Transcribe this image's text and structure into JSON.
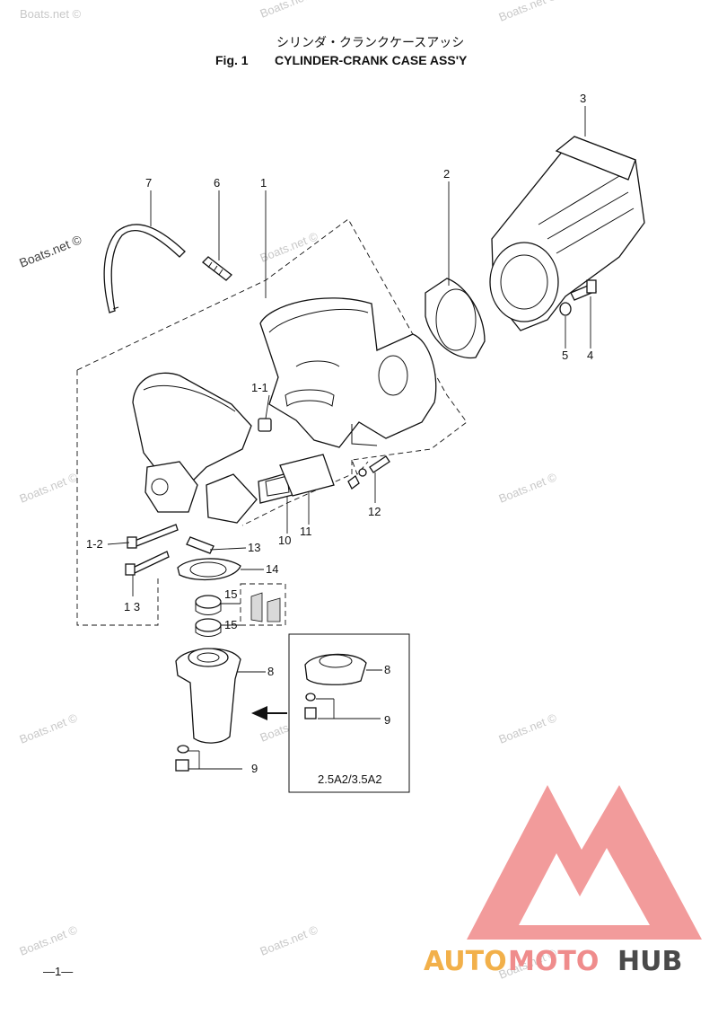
{
  "header": {
    "title_jp": "シリンダ・クランクケースアッシ",
    "fig_label": "Fig. 1",
    "title_en": "CYLINDER-CRANK CASE ASS'Y"
  },
  "callouts": {
    "p1": "1",
    "p1_1": "1-1",
    "p1_2": "1-2",
    "p13a": "1 3",
    "p2": "2",
    "p3": "3",
    "p4": "4",
    "p5": "5",
    "p6": "6",
    "p7": "7",
    "p8": "8",
    "p9": "9",
    "p10": "10",
    "p11": "11",
    "p12": "12",
    "p13": "13",
    "p14": "14",
    "p15a": "15",
    "p15b": "15"
  },
  "inset": {
    "p8": "8",
    "p9": "9",
    "model_label": "2.5A2/3.5A2"
  },
  "watermark": "Boats.net ©",
  "page_number": "—1—",
  "brand": {
    "auto": "AUTO",
    "moto": "MOTO",
    "hub": "HUB",
    "colors": {
      "auto": "#f2b04a",
      "moto": "#ef8c8c",
      "hub": "#4a4a4a",
      "logo": "#f08a8a"
    }
  }
}
